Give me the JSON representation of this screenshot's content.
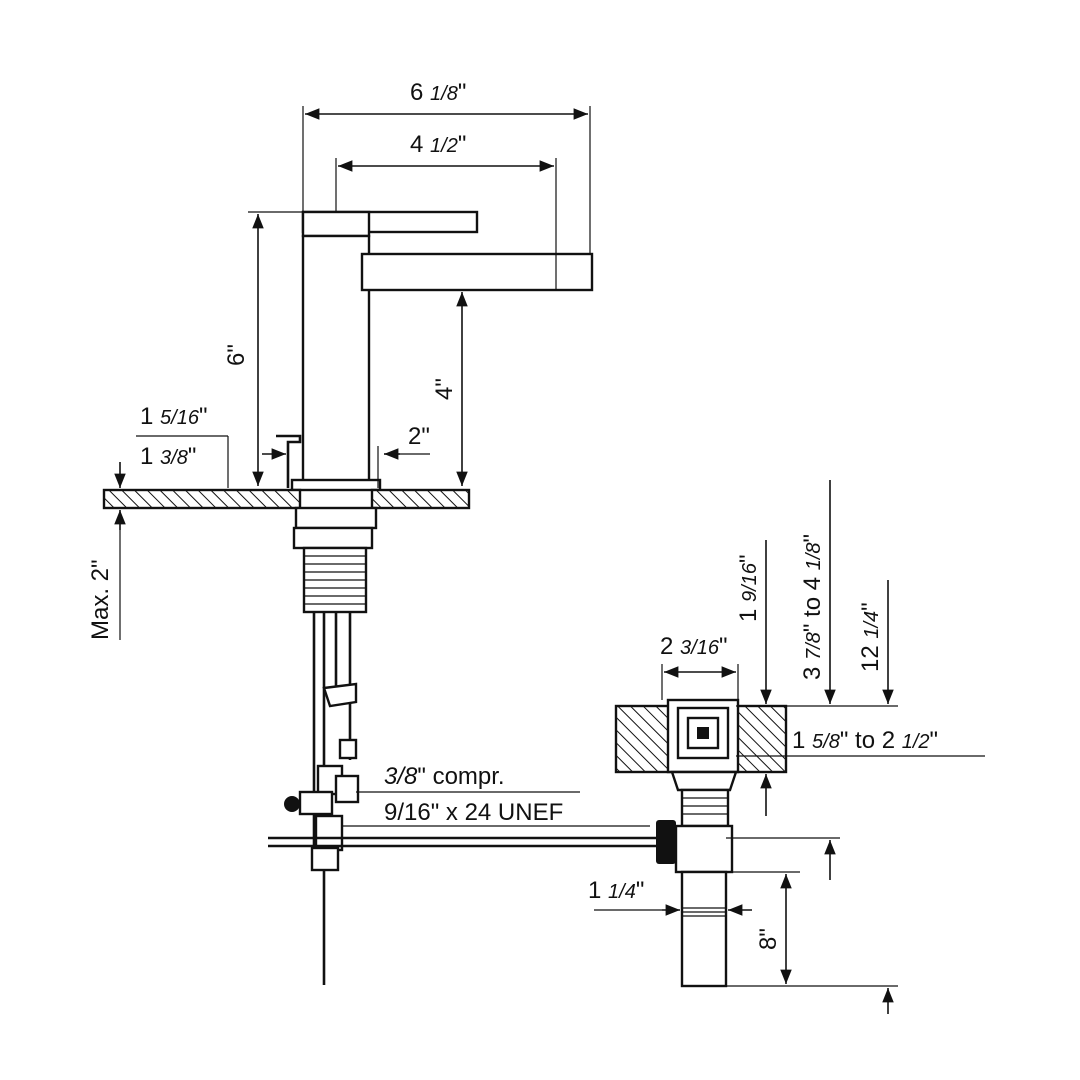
{
  "dimensions": {
    "overall_depth": {
      "whole": "6",
      "frac": "1/8",
      "unit": "\""
    },
    "spout_reach": {
      "whole": "4",
      "frac": "1/2",
      "unit": "\""
    },
    "overall_height": "6\"",
    "spout_clearance": "4\"",
    "lever_offset": "2\"",
    "base_a": {
      "whole": "1",
      "frac": "5/16",
      "unit": "\""
    },
    "base_b": {
      "whole": "1",
      "frac": "3/8",
      "unit": "\""
    },
    "max_deck": "Max. 2\"",
    "body_width": {
      "whole": "2",
      "frac": "3/16",
      "unit": "\""
    },
    "h_a": {
      "whole": "1",
      "frac": "9/16",
      "unit": "\""
    },
    "h_range": {
      "pre": "3",
      "frac1": "7/8",
      "mid": "\" to 4",
      "frac2": "1/8",
      "unit": "\""
    },
    "h_total": {
      "whole": "12",
      "frac": "1/4",
      "unit": "\""
    },
    "deck_range": {
      "pre": "1",
      "frac1": "5/8",
      "mid": "\" to 2",
      "frac2": "1/2",
      "unit": "\""
    },
    "tail_dia": {
      "whole": "1",
      "frac": "1/4",
      "unit": "\""
    },
    "tail_len": "8\""
  },
  "notes": {
    "compression": {
      "frac": "3/8",
      "text": "\" compr."
    },
    "thread": "9/16\" x 24 UNEF"
  },
  "colors": {
    "ink": "#111111",
    "paper": "#ffffff"
  }
}
